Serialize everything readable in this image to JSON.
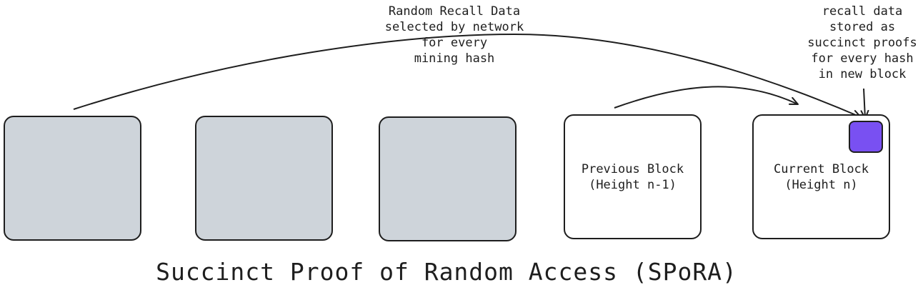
{
  "diagram": {
    "title": "Succinct Proof of Random Access (SPoRA)",
    "blocks": [
      {
        "id": "block-1",
        "style": "filled"
      },
      {
        "id": "block-2",
        "style": "filled"
      },
      {
        "id": "block-3",
        "style": "filled"
      },
      {
        "id": "previous-block",
        "style": "empty",
        "label_line1": "Previous Block",
        "label_line2": "(Height n-1)"
      },
      {
        "id": "current-block",
        "style": "empty",
        "label_line1": "Current Block",
        "label_line2": "(Height n)"
      }
    ],
    "annotations": {
      "random_recall": [
        "Random Recall Data",
        "selected by network",
        "for every",
        "mining hash"
      ],
      "recall_proofs": [
        "recall data",
        "stored as",
        "succinct proofs",
        "for every hash",
        "in new block"
      ]
    },
    "colors": {
      "stroke": "#1e1e1e",
      "block_fill": "#ced4da",
      "chunk_fill": "#7950f2",
      "background": "#ffffff"
    }
  }
}
